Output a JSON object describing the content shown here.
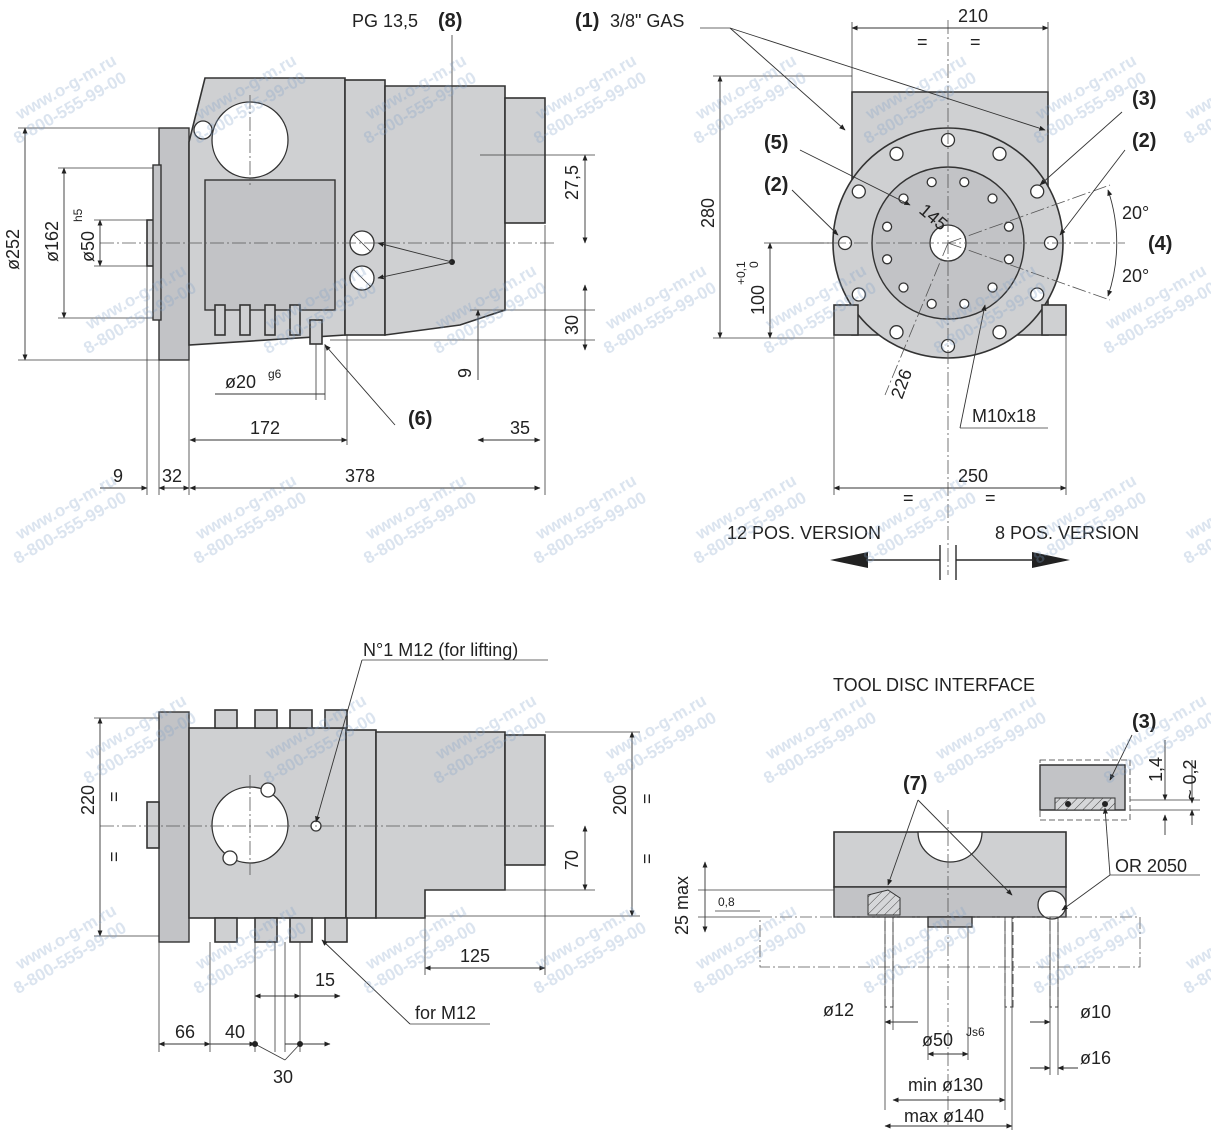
{
  "colors": {
    "line": "#2b2b2b",
    "body": "#cfd0d2",
    "watermark": "#7fa0c8"
  },
  "watermark": {
    "line1": "www.o-g-m.ru",
    "line2": "8-800-555-99-00"
  },
  "side_view": {
    "label_pg": "PG 13,5",
    "callout_8": "(8)",
    "callout_6": "(6)",
    "dims": {
      "d252": "ø252",
      "d162": "ø162",
      "d50": "ø50",
      "d50_tol": "h5",
      "d20": "ø20",
      "d20_tol": "g6",
      "d27_5": "27,5",
      "d30": "30",
      "d9v": "9",
      "d172": "172",
      "d35": "35",
      "d9": "9",
      "d32": "32",
      "d378": "378"
    }
  },
  "front_view": {
    "label_gas": "3/8\" GAS",
    "callout_1": "(1)",
    "callout_2a": "(2)",
    "callout_2b": "(2)",
    "callout_3": "(3)",
    "callout_4": "(4)",
    "callout_5": "(5)",
    "dims": {
      "d210": "210",
      "d280": "280",
      "d100": "100",
      "d100_tol_up": "+0,1",
      "d100_tol_dn": "0",
      "d145": "145",
      "d226": "226",
      "m10": "M10x18",
      "a20a": "20°",
      "a20b": "20°",
      "d250": "250",
      "eq": "="
    },
    "ver12": "12 POS. VERSION",
    "ver8": "8 POS. VERSION"
  },
  "top_view": {
    "label_lift": "N°1 M12 (for lifting)",
    "label_m12": "for M12",
    "dims": {
      "d220": "220",
      "d200": "200",
      "d70": "70",
      "d125": "125",
      "d15": "15",
      "d66": "66",
      "d40": "40",
      "d30": "30",
      "eq": "="
    }
  },
  "tool_disc": {
    "title": "TOOL DISC INTERFACE",
    "callout_3": "(3)",
    "callout_7": "(7)",
    "dims": {
      "d1_4": "1,4",
      "d0_2": "~ 0,2",
      "or": "OR 2050",
      "d25": "25 max",
      "d0_8": "0,8",
      "d12": "ø12",
      "d10": "ø10",
      "d16": "ø16",
      "d50": "ø50",
      "d50_tol": "Js6",
      "dmin": "min ø130",
      "dmax": "max ø140"
    }
  }
}
